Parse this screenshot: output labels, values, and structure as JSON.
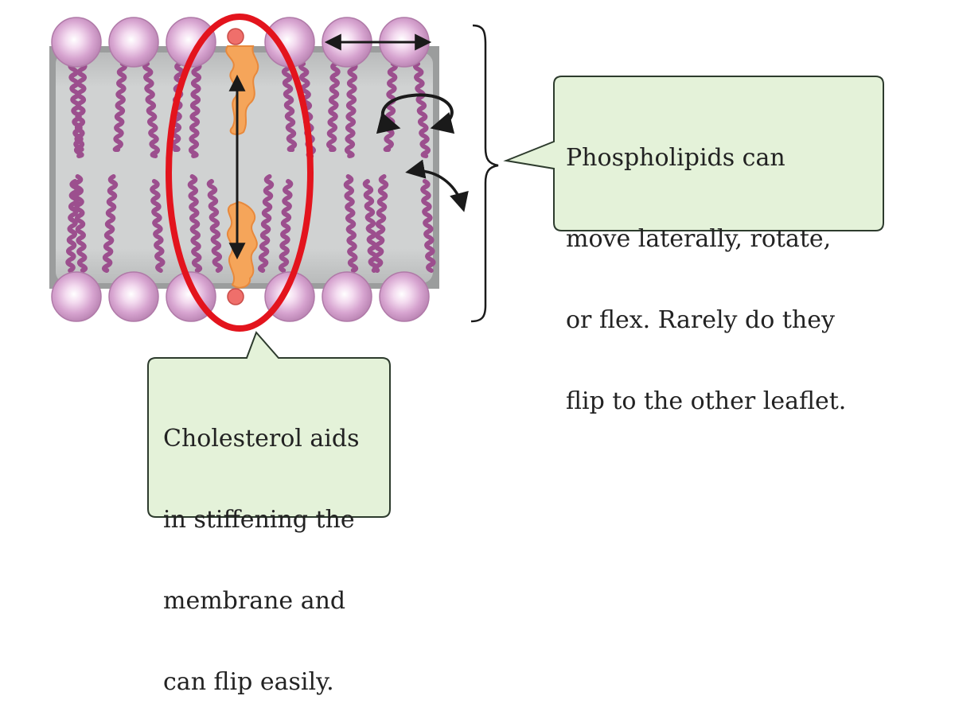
{
  "callouts": {
    "phospholipids": {
      "lines": [
        "Phospholipids can",
        "move laterally, rotate,",
        "or flex. Rarely do they",
        "flip to the other leaflet."
      ]
    },
    "cholesterol": {
      "lines": [
        "Cholesterol aids",
        "in stiffening the",
        "membrane and",
        "can flip easily."
      ]
    }
  },
  "colors": {
    "membrane_core": "#c9cbcb",
    "membrane_edge": "#9b9d9d",
    "head_fill": "#d6a3cf",
    "head_highlight": "#ffffff",
    "tail": "#9c4f8e",
    "cholesterol": "#f5a55a",
    "cholesterol_head": "#ef6f6b",
    "highlight_ring": "#e3141d",
    "callout_fill": "#e4f2d9",
    "callout_border": "#2d3b2d",
    "arrow": "#1a1a1a"
  },
  "icons": {
    "lateral_arrow": "double-headed-horizontal-arrow",
    "rotate_arrow": "circular-rotation-arrow",
    "flex_arrow": "curved-arrow",
    "flip_arrow": "double-headed-vertical-arrow",
    "bracket": "right-curly-brace"
  }
}
